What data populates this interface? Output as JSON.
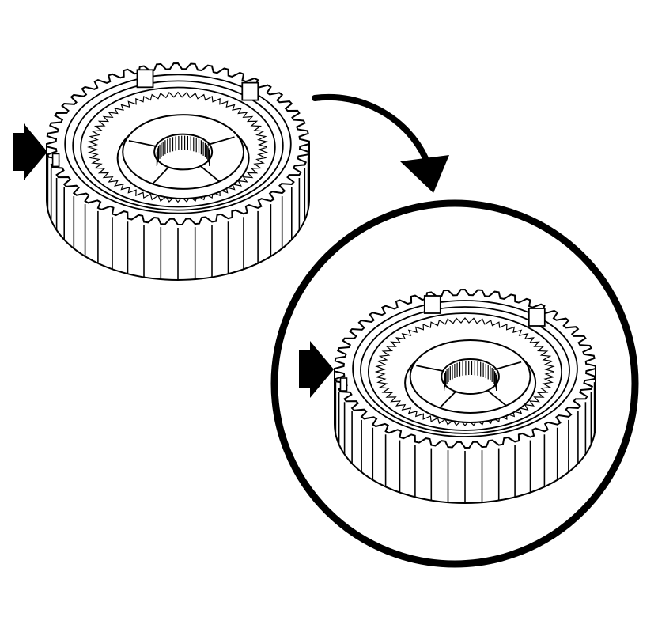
{
  "figure": {
    "style": "black line-art technical illustration",
    "colors": {
      "ink": "#000000",
      "paper": "#ffffff"
    },
    "elements": [
      {
        "name": "overview-gear",
        "kind": "gear-assembly",
        "view": "overview"
      },
      {
        "name": "detail-gear",
        "kind": "gear-assembly",
        "view": "detail"
      },
      {
        "name": "transition-arrow",
        "kind": "curved-arrow"
      },
      {
        "name": "overview-pointer",
        "kind": "pointer-arrow",
        "points_to": "overview-gear"
      },
      {
        "name": "detail-pointer",
        "kind": "pointer-arrow",
        "points_to": "detail-gear"
      },
      {
        "name": "detail-circle",
        "kind": "magnifier-circle",
        "encloses": "detail-gear"
      }
    ]
  }
}
